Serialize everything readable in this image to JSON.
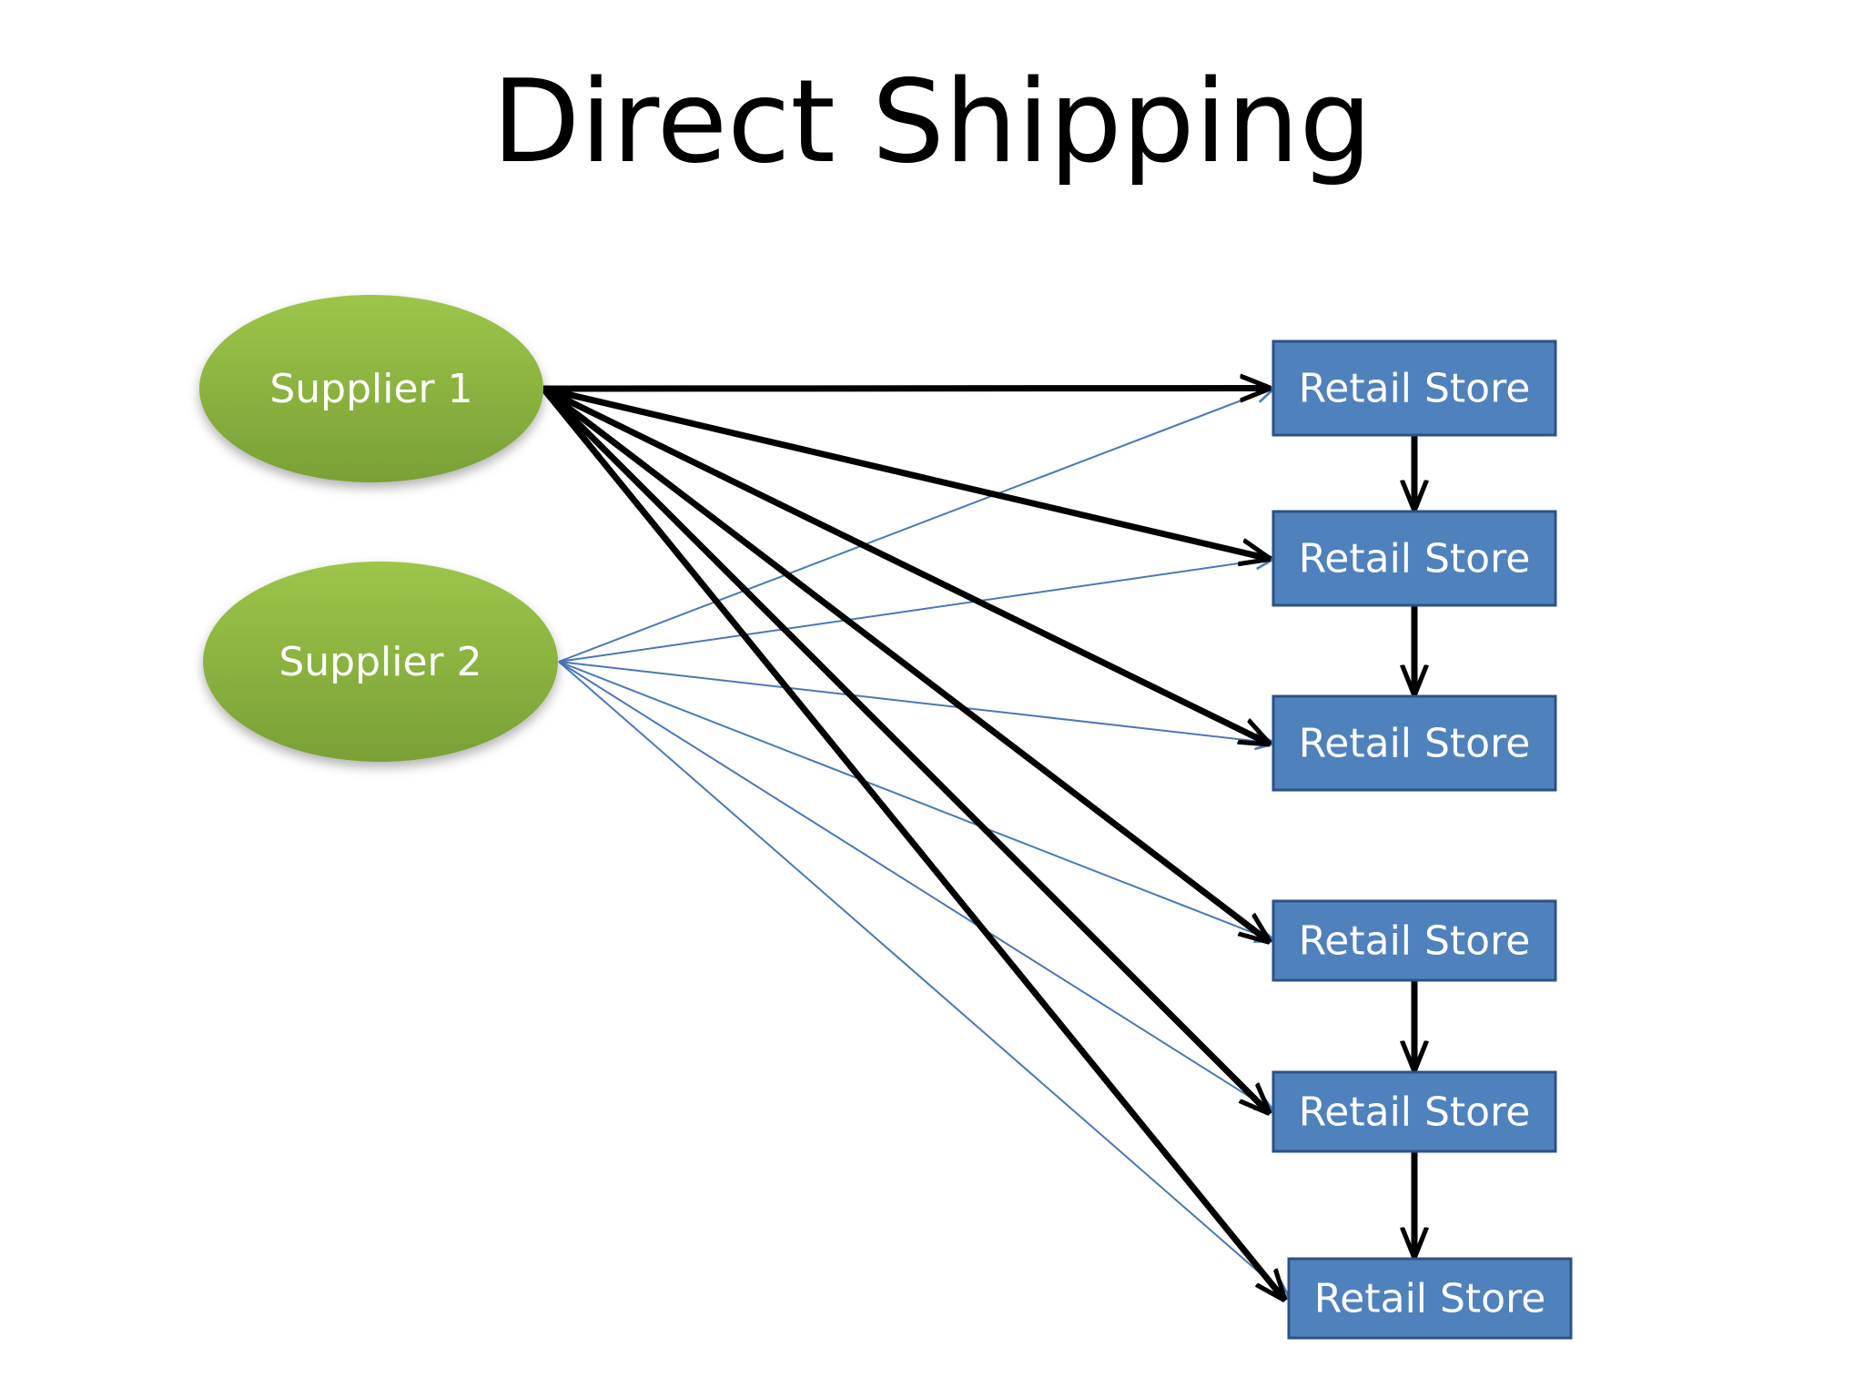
{
  "title": "Direct Shipping",
  "suppliers": [
    {
      "label": "Supplier 1"
    },
    {
      "label": "Supplier 2"
    }
  ],
  "stores": [
    {
      "label": "Retail Store"
    },
    {
      "label": "Retail Store"
    },
    {
      "label": "Retail Store"
    },
    {
      "label": "Retail Store"
    },
    {
      "label": "Retail Store"
    },
    {
      "label": "Retail Store"
    }
  ],
  "colors": {
    "supplier_fill_top": "#9dc54a",
    "supplier_fill_bottom": "#7aa036",
    "store_fill": "#4f81bd",
    "store_border": "#2c5286",
    "supplier1_edge": "#000000",
    "supplier2_edge": "#4a78b8",
    "chain_edge": "#000000"
  }
}
